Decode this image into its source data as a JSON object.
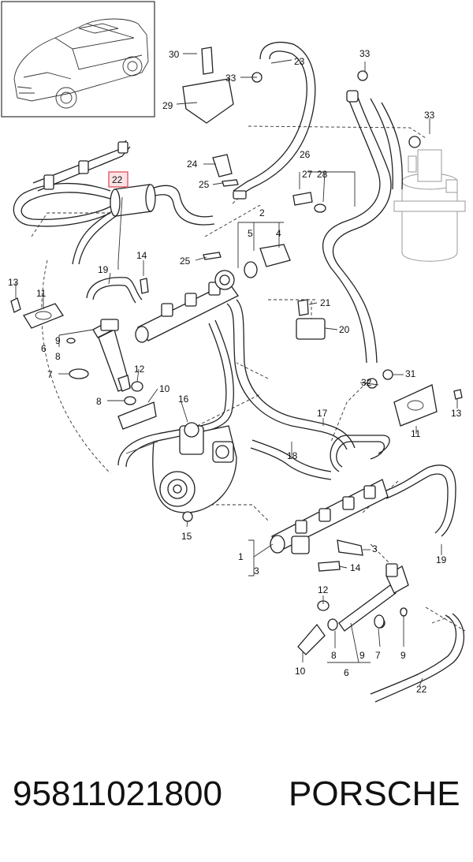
{
  "labels": {
    "l1": "1",
    "l2": "2",
    "l3a": "3",
    "l3b": "3",
    "l4": "4",
    "l5": "5",
    "l6a": "6",
    "l6b": "6",
    "l7a": "7",
    "l7b": "7",
    "l8a": "8",
    "l8b": "8",
    "l8c": "8",
    "l9a": "9",
    "l9b": "9",
    "l9c": "9",
    "l10a": "10",
    "l10b": "10",
    "l11a": "11",
    "l11b": "11",
    "l12a": "12",
    "l12b": "12",
    "l13a": "13",
    "l13b": "13",
    "l14a": "14",
    "l14b": "14",
    "l15": "15",
    "l16": "16",
    "l17": "17",
    "l18": "18",
    "l19a": "19",
    "l19b": "19",
    "l20": "20",
    "l21": "21",
    "l22a": "22",
    "l22b": "22",
    "l23": "23",
    "l24": "24",
    "l25a": "25",
    "l25b": "25",
    "l26": "26",
    "l27": "27",
    "l28": "28",
    "l29": "29",
    "l30": "30",
    "l31": "31",
    "l32": "32",
    "l33a": "33",
    "l33b": "33",
    "l33c": "33"
  },
  "footer": {
    "part_number": "95811021800",
    "brand": "PORSCHE"
  },
  "colors": {
    "highlight": "#e05a66",
    "highlight_fill": "#fbe3e5",
    "line": "#222222"
  }
}
